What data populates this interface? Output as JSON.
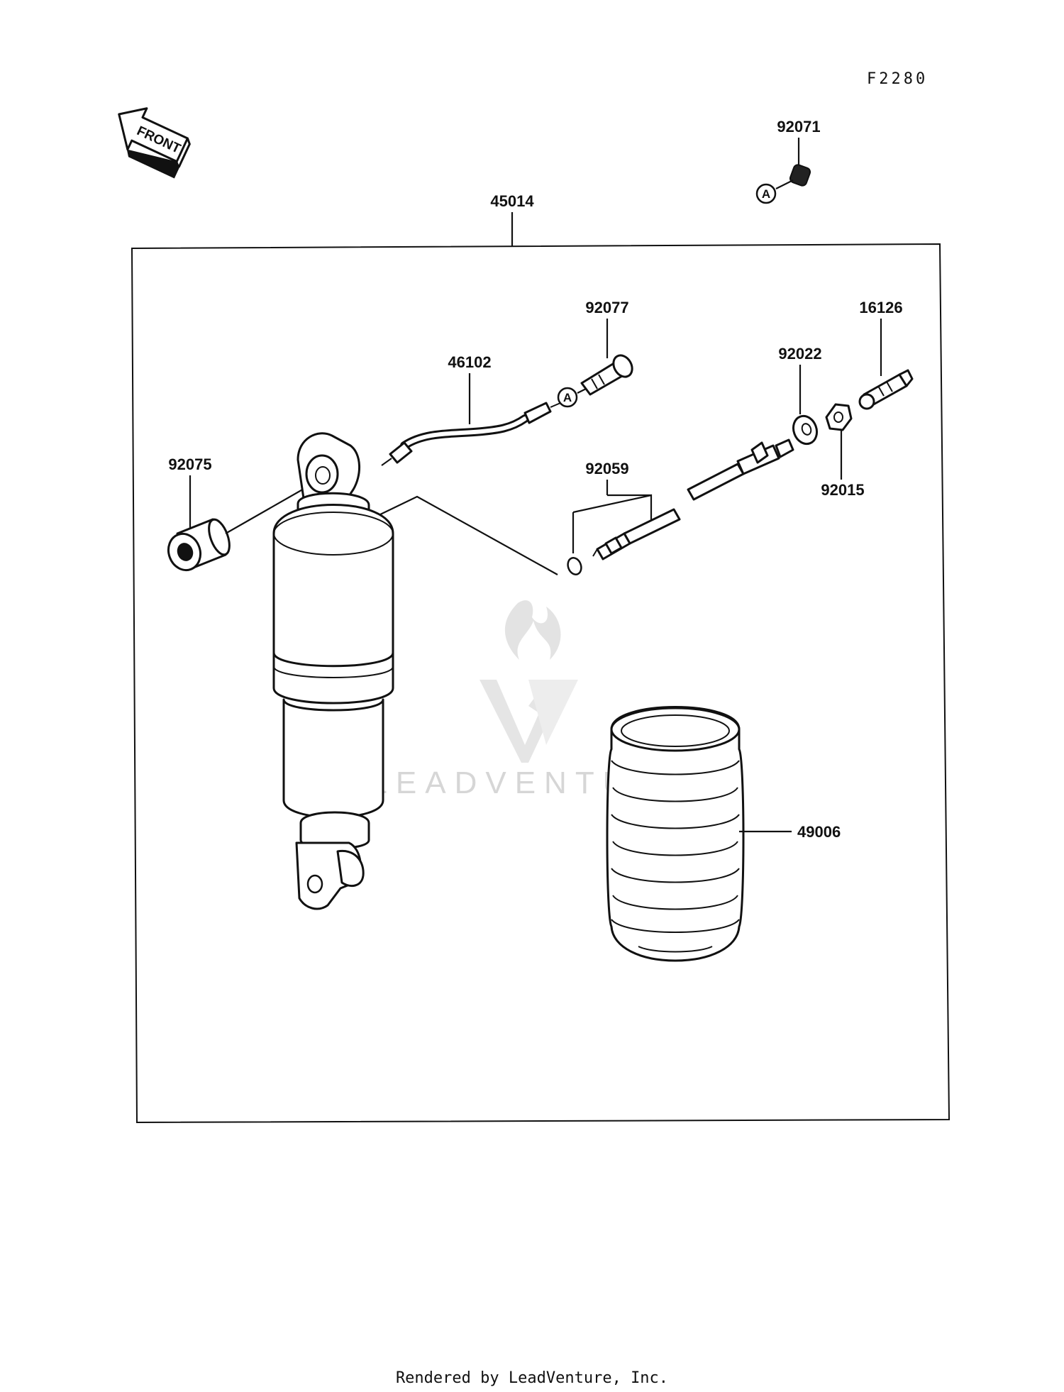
{
  "diagram": {
    "figure_code": "F2280",
    "front_arrow_label": "FRONT",
    "reference_marker": "A",
    "watermark_text": "LEADVENTURE",
    "footer": "Rendered by LeadVenture, Inc.",
    "parts": [
      {
        "id": "45014",
        "name": "shock-absorber-assembly"
      },
      {
        "id": "92071",
        "name": "cap"
      },
      {
        "id": "92077",
        "name": "cap-end"
      },
      {
        "id": "46102",
        "name": "hose"
      },
      {
        "id": "16126",
        "name": "valve"
      },
      {
        "id": "92022",
        "name": "washer"
      },
      {
        "id": "92015",
        "name": "nut"
      },
      {
        "id": "92075",
        "name": "bushing"
      },
      {
        "id": "92059",
        "name": "hose-kit"
      },
      {
        "id": "49006",
        "name": "boot"
      }
    ]
  }
}
